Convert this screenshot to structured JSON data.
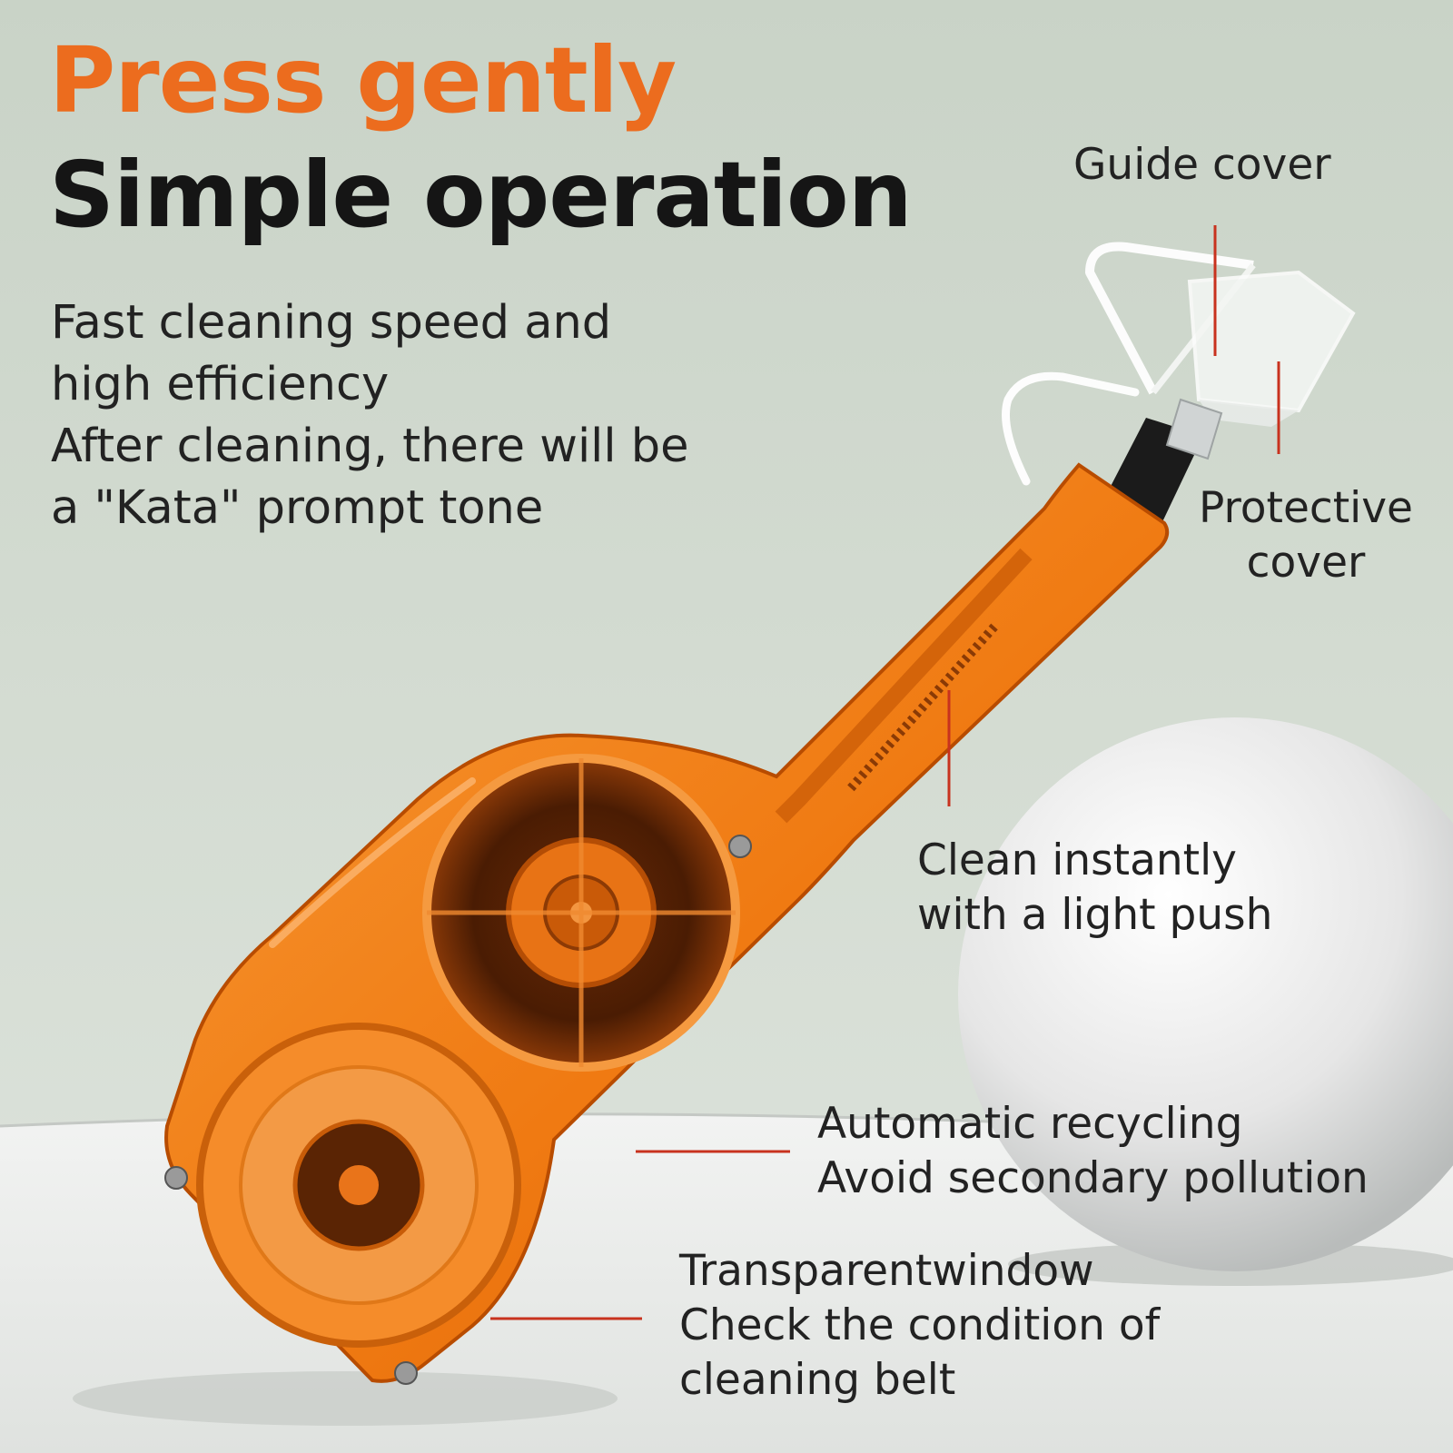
{
  "headline": "Press gently",
  "subheadline": "Simple operation",
  "description": {
    "lines": [
      "Fast cleaning speed and",
      "high efficiency",
      "After cleaning, there will be",
      "a \"Kata\" prompt tone"
    ]
  },
  "callouts": {
    "guide_cover": "Guide cover",
    "protective_cover": [
      "Protective",
      "cover"
    ],
    "clean_push": [
      "Clean instantly",
      "with a light push"
    ],
    "recycling": [
      "Automatic recycling",
      "Avoid secondary pollution"
    ],
    "window": [
      "Transparentwindow",
      "Check the condition of",
      "cleaning belt"
    ]
  },
  "colors": {
    "accent_orange": "#ec6c1e",
    "heading_dark": "#151515",
    "leader_line_red": "#c8321e",
    "background_sage": "#cbd5c9",
    "device_orange": "#f07a12"
  },
  "icons": [
    "fiber-cleaner-pen-illustration",
    "white-ball-illustration",
    "tabletop-illustration"
  ]
}
